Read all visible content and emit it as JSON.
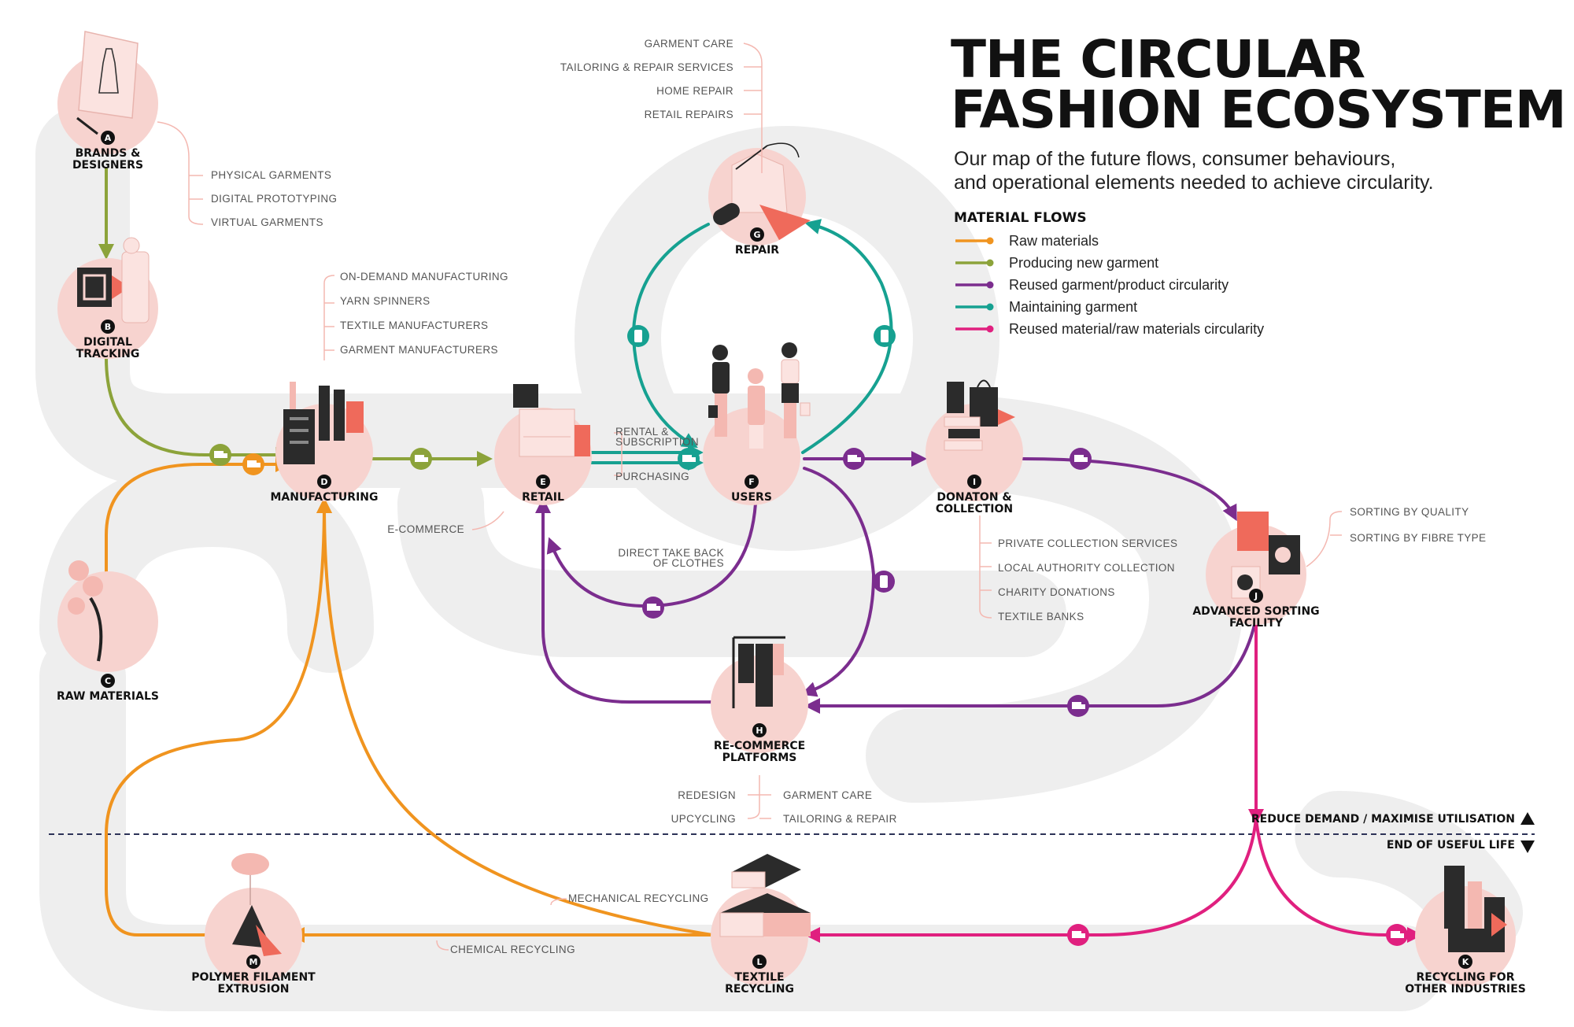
{
  "title": {
    "line1": "THE CIRCULAR",
    "line2": "FASHION ECOSYSTEM"
  },
  "subtitle": {
    "line1": "Our map of the future flows, consumer behaviours,",
    "line2": "and operational elements needed to achieve circularity."
  },
  "legend": {
    "heading": "MATERIAL FLOWS",
    "items": [
      {
        "label": "Raw materials",
        "color": "#f0941f"
      },
      {
        "label": "Producing new garment",
        "color": "#8ca33a"
      },
      {
        "label": "Reused garment/product circularity",
        "color": "#7b2d8e"
      },
      {
        "label": "Maintaining garment",
        "color": "#16a191"
      },
      {
        "label": "Reused material/raw materials circularity",
        "color": "#e0207f"
      }
    ]
  },
  "nodes": {
    "A": {
      "letter": "A",
      "line1": "BRANDS &",
      "line2": "DESIGNERS"
    },
    "B": {
      "letter": "B",
      "line1": "DIGITAL",
      "line2": "TRACKING"
    },
    "C": {
      "letter": "C",
      "line1": "RAW MATERIALS",
      "line2": ""
    },
    "D": {
      "letter": "D",
      "line1": "MANUFACTURING",
      "line2": ""
    },
    "E": {
      "letter": "E",
      "line1": "RETAIL",
      "line2": ""
    },
    "F": {
      "letter": "F",
      "line1": "USERS",
      "line2": ""
    },
    "G": {
      "letter": "G",
      "line1": "REPAIR",
      "line2": ""
    },
    "H": {
      "letter": "H",
      "line1": "RE-COMMERCE",
      "line2": "PLATFORMS"
    },
    "I": {
      "letter": "I",
      "line1": "DONATON &",
      "line2": "COLLECTION"
    },
    "J": {
      "letter": "J",
      "line1": "ADVANCED SORTING",
      "line2": "FACILITY"
    },
    "K": {
      "letter": "K",
      "line1": "RECYCLING FOR",
      "line2": "OTHER INDUSTRIES"
    },
    "L": {
      "letter": "L",
      "line1": "TEXTILE",
      "line2": "RECYCLING"
    },
    "M": {
      "letter": "M",
      "line1": "POLYMER FILAMENT",
      "line2": "EXTRUSION"
    }
  },
  "annotations": {
    "brands": [
      "PHYSICAL GARMENTS",
      "DIGITAL PROTOTYPING",
      "VIRTUAL GARMENTS"
    ],
    "manufacturing": [
      "ON-DEMAND MANUFACTURING",
      "YARN SPINNERS",
      "TEXTILE MANUFACTURERS",
      "GARMENT MANUFACTURERS"
    ],
    "repair": [
      "GARMENT CARE",
      "TAILORING & REPAIR SERVICES",
      "HOME REPAIR",
      "RETAIL REPAIRS"
    ],
    "retail_users": [
      "RENTAL &",
      "SUBSCRIPTION",
      "PURCHASING"
    ],
    "ecommerce": "E-COMMERCE",
    "takeback": [
      "DIRECT TAKE BACK",
      "OF CLOTHES"
    ],
    "collection": [
      "PRIVATE COLLECTION SERVICES",
      "LOCAL AUTHORITY COLLECTION",
      "CHARITY DONATIONS",
      "TEXTILE BANKS"
    ],
    "sorting": [
      "SORTING BY QUALITY",
      "SORTING BY FIBRE TYPE"
    ],
    "recommerce_left": [
      "REDESIGN",
      "UPCYCLING"
    ],
    "recommerce_right": [
      "GARMENT CARE",
      "TAILORING & REPAIR"
    ],
    "mechanical": "MECHANICAL RECYCLING",
    "chemical": "CHEMICAL RECYCLING"
  },
  "zones": {
    "upper": "REDUCE DEMAND / MAXIMISE UTILISATION",
    "lower": "END OF USEFUL LIFE"
  },
  "colors": {
    "raw": "#f0941f",
    "produce": "#8ca33a",
    "reuse": "#7b2d8e",
    "maintain": "#16a191",
    "material": "#e0207f",
    "node_fill": "#f7d3cf",
    "accent": "#ef6a5b",
    "ground": "#eeeeee"
  }
}
